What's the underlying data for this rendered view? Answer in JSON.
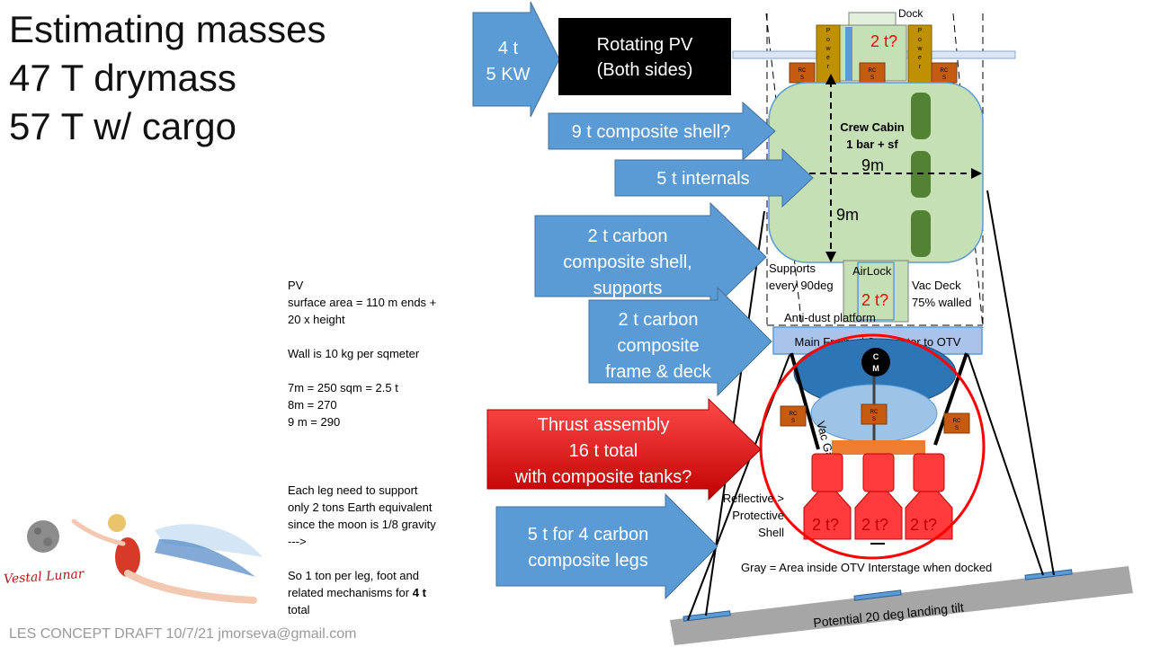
{
  "title": {
    "line1": "Estimating masses",
    "line2": "47 T drymass",
    "line3": "57 T w/ cargo"
  },
  "notes": {
    "pv": "PV",
    "surface": "surface area = 110 m ends +",
    "height": "20 x height",
    "wall": "Wall is 10 kg per sqmeter",
    "m7": "7m = 250  sqm = 2.5 t",
    "m8": "8m = 270",
    "m9": "9 m = 290",
    "leg1": "Each leg need to support",
    "leg2": "only 2 tons Earth equivalent",
    "leg3": "since the moon is 1/8 gravity",
    "leg4": "--->",
    "ton_prefix": "So 1 ton per leg, foot and",
    "ton_mid": "related mechanisms for ",
    "ton_bold": "4 t",
    "ton_end": "total"
  },
  "arrows": {
    "pv_l1": "4 t",
    "pv_l2": "5 KW",
    "shell9": "9 t composite shell?",
    "internals": "5 t internals",
    "shell2_l1": "2 t carbon",
    "shell2_l2": "composite shell,",
    "shell2_l3": "supports",
    "frame_l1": "2 t carbon",
    "frame_l2": "composite",
    "frame_l3": "frame & deck",
    "thrust_l1": "Thrust assembly",
    "thrust_l2": "16 t total",
    "thrust_l3": "with composite tanks?",
    "legs_l1": "5 t for 4  carbon",
    "legs_l2": "composite legs"
  },
  "pv_box": {
    "l1": "Rotating PV",
    "l2": "(Both sides)"
  },
  "labels": {
    "dock": "Dock",
    "power": "Power",
    "rcs": "RC S",
    "dock_mass": "2 t?",
    "crew1": "Crew Cabin",
    "crew2": "1 bar + sf",
    "dim_h": "9m",
    "dim_v": "9m",
    "supports1": "Supports",
    "supports2": "every 90deg",
    "airlock": "AirLock",
    "airlock_mass": "2 t?",
    "vac1": "Vac Deck",
    "vac2": "75% walled",
    "antidust": "Anti-dust platform",
    "mainframe": "Main Frame / Connector to OTV",
    "cm1": "C",
    "cm2": "M",
    "vac_gar": "Vac Gar",
    "refl1": "Reflective >",
    "refl2": "Protective",
    "refl3": "Shell",
    "engine1": "2 t?",
    "engine2": "2 t?",
    "engine3": "2 t?",
    "gray": "Gray = Area inside OTV Interstage when docked",
    "tilt": "Potential 20 deg landing tilt"
  },
  "logo": {
    "text": "Vestal Lunar"
  },
  "footer": {
    "text": "LES CONCEPT DRAFT 10/7/21  jmorseva@gmail.com"
  },
  "colors": {
    "arrow_blue": "#5b9bd5",
    "thrust_red": "#e0302d",
    "cabin_green": "#c5e0b4",
    "window_green": "#548235",
    "mainframe_blue": "#aac3ea",
    "rcs_orange": "#c55a11",
    "power_gold": "#bf9000",
    "mass_red": "#ff0000",
    "ground_gray": "#a6a6a6"
  }
}
